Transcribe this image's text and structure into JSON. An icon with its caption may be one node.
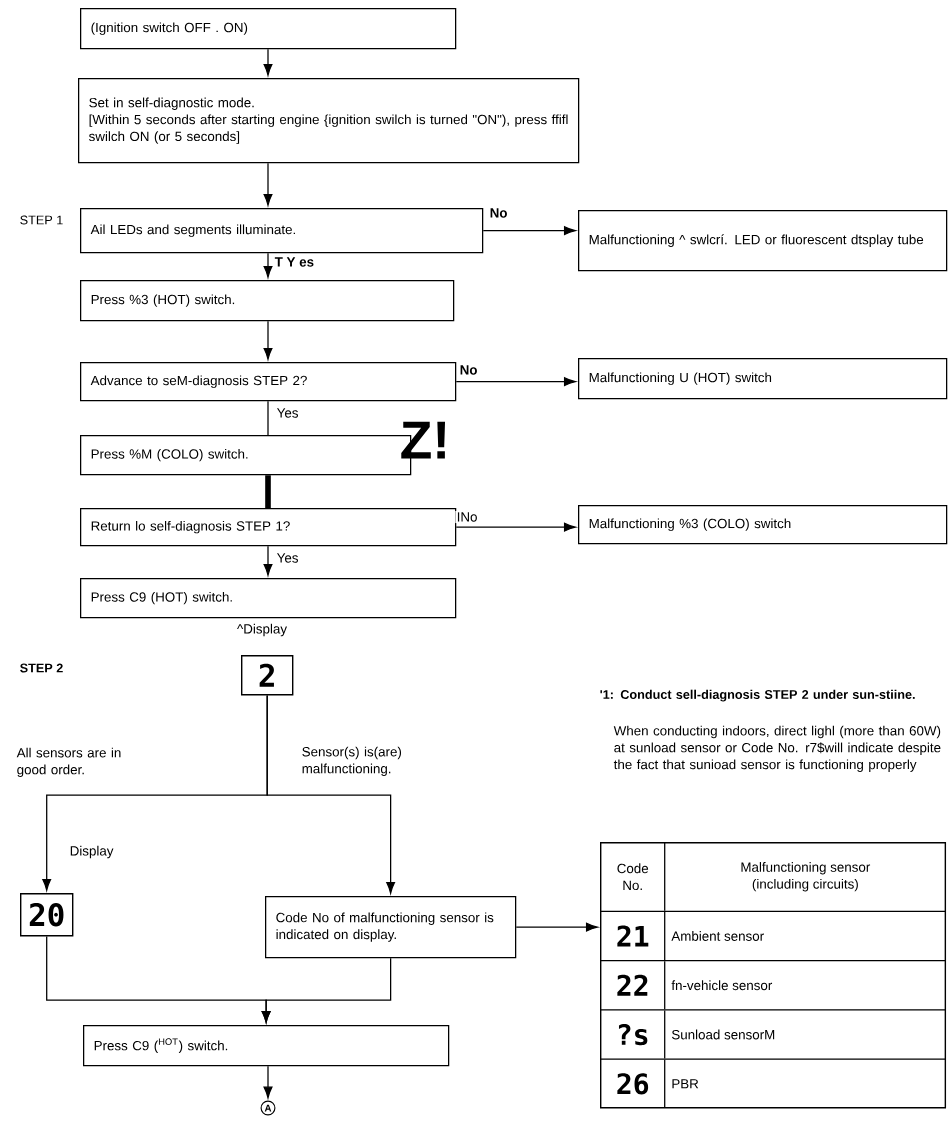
{
  "diagram": {
    "nodes": [
      {
        "text": [
          "(Ignition switch OFF . ON)"
        ]
      },
      {
        "text": [
          "Set in self-diagnostic mode.",
          "[Within 5 seconds after starting engine {ignition swilch is turned \"ON\"), press ffifl swilch ON (or 5 seconds]"
        ]
      },
      {
        "text": [
          "Ail LEDs and segments illuminate."
        ]
      },
      {
        "text": [
          "Malfunctioning ^ swlcrí. LED or fluorescent dtsplay tube"
        ]
      },
      {
        "text": [
          "Press %3 (HOT) switch."
        ]
      },
      {
        "text": [
          "Advance to seM-diagnosis STEP 2?"
        ]
      },
      {
        "text": [
          "Malfunctioning U (HOT) switch"
        ]
      },
      {
        "text": [
          "Press %M (COLO) switch."
        ]
      },
      {
        "text": [
          "Return lo self-diagnosis STEP 1?"
        ]
      },
      {
        "text": [
          "Malfunctioning %3 (COLO) switch"
        ]
      },
      {
        "text": [
          "Press C9 (HOT) switch."
        ]
      },
      {
        "text": [
          "2"
        ]
      },
      {
        "text": [
          "20"
        ],
        "beside": [
          "Display"
        ]
      },
      {
        "text": [
          "Code No of malfunctioning sensor is indicated on display."
        ]
      },
      {
        "text": [
          "Press C9 ($^{HOT}$) switch."
        ]
      },
      {
        "text": [
          "A"
        ]
      },
      {
        "text": [
          "Code No.",
          "Malfunctioning sensor (including circuits)",
          "21",
          "Ambient sensor",
          "22",
          "fn-vehicle sensor",
          "?s",
          "Sunload sensorM",
          "26",
          "PBR"
        ]
      }
    ],
    "edges": [
      {
        "from": 0,
        "to": 1,
        "arrow": "to"
      },
      {
        "from": 1,
        "to": 2,
        "arrow": "to"
      },
      {
        "from": 2,
        "to": 3,
        "arrow": "to",
        "label": "No"
      },
      {
        "from": 2,
        "to": 4,
        "arrow": "to",
        "label": "T Y es"
      },
      {
        "from": 4,
        "to": 5,
        "arrow": "to"
      },
      {
        "from": 5,
        "to": 6,
        "arrow": "to",
        "label": "No"
      },
      {
        "from": 5,
        "to": 7,
        "arrow": "none",
        "label": "Yes"
      },
      {
        "from": 7,
        "to": 8,
        "arrow": "none",
        "style": "thick"
      },
      {
        "from": 8,
        "to": 9,
        "arrow": "to",
        "label": "INo"
      },
      {
        "from": 8,
        "to": 10,
        "arrow": "to",
        "label": "Yes"
      },
      {
        "from": 11,
        "to": 12,
        "arrow": "to",
        "label": "All sensors are in good order."
      },
      {
        "from": 11,
        "to": 13,
        "arrow": "to",
        "label": "Sensor(s) is(are) malfunctioning."
      },
      {
        "from": 12,
        "to": 14,
        "arrow": "to"
      },
      {
        "from": 13,
        "to": 14,
        "arrow": "to"
      },
      {
        "from": 13,
        "to": 16,
        "arrow": "to"
      },
      {
        "from": 14,
        "to": 15,
        "arrow": "to"
      }
    ],
    "labels": [
      "STEP 1",
      "Z!",
      "^Display",
      "STEP 2",
      "'1: Conduct sell-diagnosis STEP 2 under sun-stiine.",
      "When conducting indoors, direct lighl (more than 60W) at sunload sensor or Code No. r7$will indicate despite the fact that sunioad sensor is functioning properly"
    ]
  }
}
